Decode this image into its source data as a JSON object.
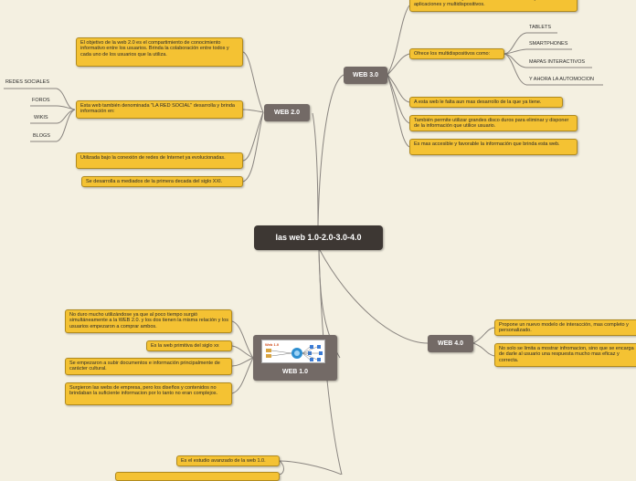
{
  "central": {
    "title": "las web 1.0-2.0-3.0-4.0"
  },
  "web20": {
    "title": "WEB 2.0",
    "items": [
      "El objetivo de la web 2.0 es el compartimiento de conocimiento informativo entre los usuarios. Brinda la colaboración entre todos y cada uno de los usuarios que la utiliza.",
      "Esta web también denominada \"LA RED SOCIAL\" desarrolla y brinda información en:",
      "Utilizada bajo la conexión de redes de Internet ya evolucionadas.",
      "Se desarrolla a mediados de la primera decada del siglo XXI."
    ],
    "social": [
      "REDES SOCIALES",
      "FOROS",
      "WIKIS",
      "BLOGS"
    ]
  },
  "web30": {
    "title": "WEB 3.0",
    "items": [
      "Es la web semántica (abarca muchos más contenidos).la web de aplicaciones y multidispositivos.",
      "Ofrece los multidispositivos como:",
      "A esta web le falta aun mas desarrollo de la que ya tiene.",
      "También permite utilizar grandes disco duros para eliminar y disponer de la información que utilice usuario.",
      "Es mas accesible y favorable la información que brinda esta web."
    ],
    "devices": [
      "TABLETS",
      "SMARTPHONES",
      "MAPAS INTERACTIVOS",
      "Y AHORA LA AUTOMOCION"
    ]
  },
  "web40": {
    "title": "WEB 4.0",
    "items": [
      "Propone un nuevo modelo de interacción, mas completo y personalizado.",
      "No solo se limita a mostrar infromacion, sino que se encarga de darle al usuario una respuesta mucho mas eficaz y correcta."
    ]
  },
  "web10": {
    "title": "WEB 1.0",
    "thumb_label": "Web 1.0",
    "items": [
      "No duro mucho utilizándose ya que al poco tiempo surgió simultáneamente a la WEB 2.0. y los dos tienen la misma relación y los usuarios empezaron a comprar ambos.",
      "Es la web primitiva del siglo xx",
      "Se empezaron a subir documentos e información principalmente de carácter cultural.",
      "Surgieron las webs de empresa, pero los diseños y contenidos no brindaban la suficiente informacion por lo tanto no eran complejos."
    ]
  },
  "bottom": {
    "items": [
      "Es el estudio avanzado de la web 1.0."
    ]
  },
  "colors": {
    "background": "#f4f0e1",
    "topic": "#f4c233",
    "main": "#736a66",
    "central": "#3d3733",
    "line": "#8a8580"
  }
}
